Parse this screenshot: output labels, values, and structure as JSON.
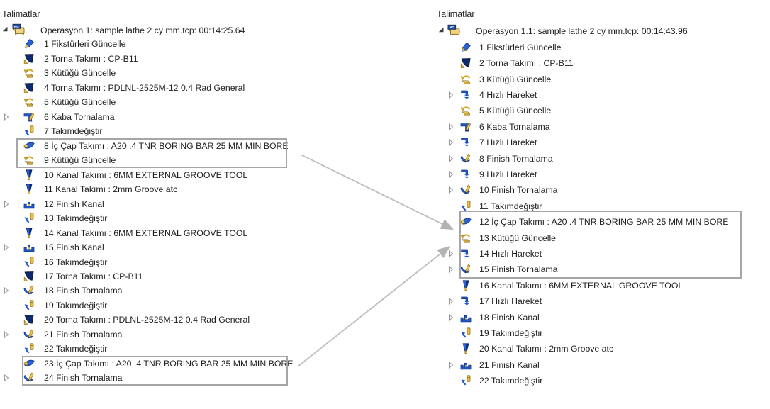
{
  "panels": [
    {
      "title": "Talimatlar",
      "operation": {
        "label": "Operasyon 1: sample lathe 2 cy mm.tcp: 00:14:25.64",
        "icon": "nc-program",
        "expanded": true
      },
      "items": [
        {
          "label": "1 Fikstürleri Güncelle",
          "icon": "update-fixtures",
          "expandable": false,
          "boxed": false
        },
        {
          "label": "2 Torna Takımı : CP-B11",
          "icon": "turning-tool",
          "expandable": false,
          "boxed": false
        },
        {
          "label": "3 Kütüğü Güncelle",
          "icon": "update-stock",
          "expandable": false,
          "boxed": false
        },
        {
          "label": "4 Torna Takımı : PDLNL-2525M-12 0.4 Rad General",
          "icon": "turning-tool",
          "expandable": false,
          "boxed": false
        },
        {
          "label": "5 Kütüğü Güncelle",
          "icon": "update-stock",
          "expandable": false,
          "boxed": false
        },
        {
          "label": "6 Kaba Tornalama",
          "icon": "rough-turning",
          "expandable": true,
          "boxed": false
        },
        {
          "label": "7 Takımdeğiştir",
          "icon": "tool-change",
          "expandable": false,
          "boxed": false
        },
        {
          "label": "8 İç Çap Takımı : A20 .4 TNR BORING BAR 25 MM MIN BORE",
          "icon": "boring-tool",
          "expandable": false,
          "boxed": true
        },
        {
          "label": "9 Kütüğü Güncelle",
          "icon": "update-stock",
          "expandable": false,
          "boxed": true
        },
        {
          "label": "10 Kanal Takımı : 6MM EXTERNAL GROOVE TOOL",
          "icon": "groove-tool",
          "expandable": false,
          "boxed": false
        },
        {
          "label": "11 Kanal Takımı : 2mm Groove atc",
          "icon": "groove-tool",
          "expandable": false,
          "boxed": false
        },
        {
          "label": "12 Finish Kanal",
          "icon": "finish-groove",
          "expandable": true,
          "boxed": false
        },
        {
          "label": "13 Takımdeğiştir",
          "icon": "tool-change",
          "expandable": false,
          "boxed": false
        },
        {
          "label": "14 Kanal Takımı : 6MM EXTERNAL GROOVE TOOL",
          "icon": "groove-tool",
          "expandable": false,
          "boxed": false
        },
        {
          "label": "15 Finish Kanal",
          "icon": "finish-groove",
          "expandable": true,
          "boxed": false
        },
        {
          "label": "16 Takımdeğiştir",
          "icon": "tool-change",
          "expandable": false,
          "boxed": false
        },
        {
          "label": "17 Torna Takımı : CP-B11",
          "icon": "turning-tool",
          "expandable": false,
          "boxed": false
        },
        {
          "label": "18 Finish Tornalama",
          "icon": "finish-turning",
          "expandable": true,
          "boxed": false
        },
        {
          "label": "19 Takımdeğiştir",
          "icon": "tool-change",
          "expandable": false,
          "boxed": false
        },
        {
          "label": "20 Torna Takımı : PDLNL-2525M-12 0.4 Rad General",
          "icon": "turning-tool",
          "expandable": false,
          "boxed": false
        },
        {
          "label": "21 Finish Tornalama",
          "icon": "finish-turning",
          "expandable": true,
          "boxed": false
        },
        {
          "label": "22 Takımdeğiştir",
          "icon": "tool-change",
          "expandable": false,
          "boxed": false
        },
        {
          "label": "23 İç Çap Takımı : A20 .4 TNR BORING BAR 25 MM MIN BORE",
          "icon": "boring-tool",
          "expandable": false,
          "boxed": true
        },
        {
          "label": "24 Finish Tornalama",
          "icon": "finish-turning",
          "expandable": true,
          "boxed": true
        }
      ]
    },
    {
      "title": "Talimatlar",
      "operation": {
        "label": "Operasyon 1.1: sample lathe 2 cy mm.tcp: 00:14:43.96",
        "icon": "nc-program",
        "expanded": true
      },
      "items": [
        {
          "label": "1 Fikstürleri Güncelle",
          "icon": "update-fixtures",
          "expandable": false,
          "boxed": false
        },
        {
          "label": "2 Torna Takımı : CP-B11",
          "icon": "turning-tool",
          "expandable": false,
          "boxed": false
        },
        {
          "label": "3 Kütüğü Güncelle",
          "icon": "update-stock",
          "expandable": false,
          "boxed": false
        },
        {
          "label": "4 Hızlı Hareket",
          "icon": "rapid-move",
          "expandable": true,
          "boxed": false
        },
        {
          "label": "5 Kütüğü Güncelle",
          "icon": "update-stock",
          "expandable": false,
          "boxed": false
        },
        {
          "label": "6 Kaba Tornalama",
          "icon": "rough-turning",
          "expandable": true,
          "boxed": false
        },
        {
          "label": "7 Hızlı Hareket",
          "icon": "rapid-move",
          "expandable": true,
          "boxed": false
        },
        {
          "label": "8 Finish Tornalama",
          "icon": "finish-turning",
          "expandable": true,
          "boxed": false
        },
        {
          "label": "9 Hızlı Hareket",
          "icon": "rapid-move",
          "expandable": true,
          "boxed": false
        },
        {
          "label": "10 Finish Tornalama",
          "icon": "finish-turning",
          "expandable": true,
          "boxed": false
        },
        {
          "label": "11 Takımdeğiştir",
          "icon": "tool-change",
          "expandable": false,
          "boxed": false
        },
        {
          "label": "12 İç Çap Takımı : A20 .4 TNR BORING BAR 25 MM MIN BORE",
          "icon": "boring-tool",
          "expandable": false,
          "boxed": true
        },
        {
          "label": "13 Kütüğü Güncelle",
          "icon": "update-stock",
          "expandable": false,
          "boxed": true
        },
        {
          "label": "14 Hızlı Hareket",
          "icon": "rapid-move",
          "expandable": true,
          "boxed": true
        },
        {
          "label": "15 Finish Tornalama",
          "icon": "finish-turning",
          "expandable": true,
          "boxed": true
        },
        {
          "label": "16 Kanal Takımı : 6MM EXTERNAL GROOVE TOOL",
          "icon": "groove-tool",
          "expandable": false,
          "boxed": false
        },
        {
          "label": "17 Hızlı Hareket",
          "icon": "rapid-move",
          "expandable": true,
          "boxed": false
        },
        {
          "label": "18 Finish Kanal",
          "icon": "finish-groove",
          "expandable": true,
          "boxed": false
        },
        {
          "label": "19 Takımdeğiştir",
          "icon": "tool-change",
          "expandable": false,
          "boxed": false
        },
        {
          "label": "20 Kanal Takımı : 2mm Groove atc",
          "icon": "groove-tool",
          "expandable": false,
          "boxed": false
        },
        {
          "label": "21 Finish Kanal",
          "icon": "finish-groove",
          "expandable": true,
          "boxed": false
        },
        {
          "label": "22 Takımdeğiştir",
          "icon": "tool-change",
          "expandable": false,
          "boxed": false
        }
      ]
    }
  ],
  "annotations": {
    "highlight_box_color": "#a6a6a6",
    "arrow_color": "#bdbdbd",
    "arrowhead_color": "#b3b3b3",
    "arrows": [
      {
        "from": "left-box-items-8-9",
        "to": "right-box-items-12-15"
      },
      {
        "from": "left-box-items-23-24",
        "to": "right-box-items-12-15"
      }
    ]
  },
  "colors": {
    "background": "#ffffff",
    "text": "#1f1f1f",
    "icon_blue": "#2a62d8",
    "icon_navy": "#0d2a6e",
    "icon_gold": "#dba617",
    "expander_gray": "#9a9a9a"
  }
}
